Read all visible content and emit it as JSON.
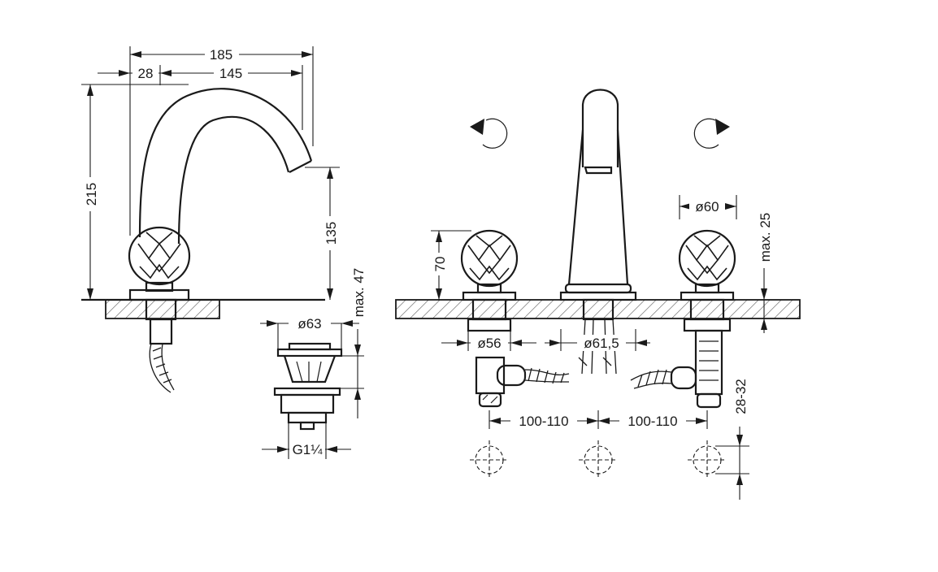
{
  "dimensions": {
    "spout_reach_total": "185",
    "spout_offset": "28",
    "spout_reach": "145",
    "total_height": "215",
    "spout_height": "135",
    "drain_max_height": "max. 47",
    "drain_diameter": "ø63",
    "drain_thread": "G1¼",
    "handle_height": "70",
    "handle_base_diameter": "ø56",
    "spout_base_diameter": "ø61,5",
    "handle_diameter": "ø60",
    "deck_max_thickness": "max. 25",
    "spacing_left": "100-110",
    "spacing_right": "100-110",
    "hole_diameter": "28-32"
  }
}
